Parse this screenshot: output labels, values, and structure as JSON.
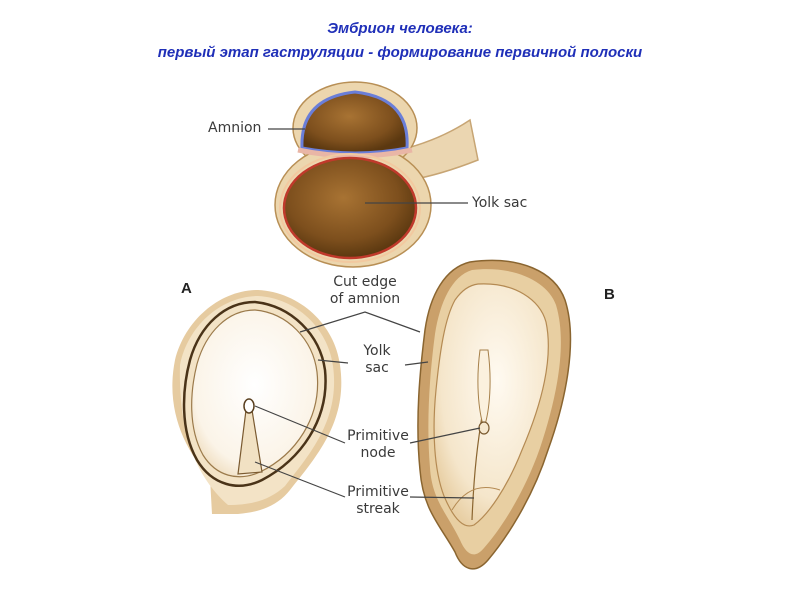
{
  "title": {
    "line1": "Эмбрион человека:",
    "line2": "первый этап гаструляции - формирование первичной полоски"
  },
  "labels": {
    "amnion": "Amnion",
    "yolk_sac_top": "Yolk sac",
    "cut_edge_line1": "Cut edge",
    "cut_edge_line2": "of amnion",
    "yolk_line1": "Yolk",
    "yolk_line2": "sac",
    "primitive_node_line1": "Primitive",
    "primitive_node_line2": "node",
    "primitive_streak_line1": "Primitive",
    "primitive_streak_line2": "streak"
  },
  "panels": {
    "a": "A",
    "b": "B"
  },
  "colors": {
    "title": "#1f2fb8",
    "tissue_outer": "#e3c79a",
    "tissue_inner": "#f6ead4",
    "cavity": "#8a5a24",
    "amnion_membrane": "#6a7ed8",
    "yolk_membrane": "#c0392b"
  }
}
